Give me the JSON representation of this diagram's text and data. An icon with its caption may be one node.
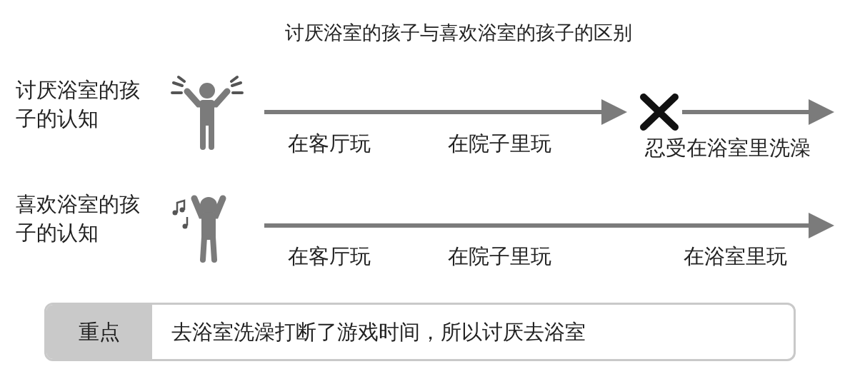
{
  "diagram": {
    "title": "讨厌浴室的孩子与喜欢浴室的孩子的区别",
    "nodes": [
      {
        "text": [
          "重点",
          "去浴室洗澡打断了游戏时间，所以讨厌去浴室"
        ]
      }
    ],
    "labels": [
      "讨厌浴室的孩子的认知",
      "在客厅玩",
      "在院子里玩",
      "忍受在浴室里洗澡",
      "喜欢浴室的孩子的认知",
      "在客厅玩",
      "在院子里玩",
      "在浴室里玩"
    ]
  }
}
